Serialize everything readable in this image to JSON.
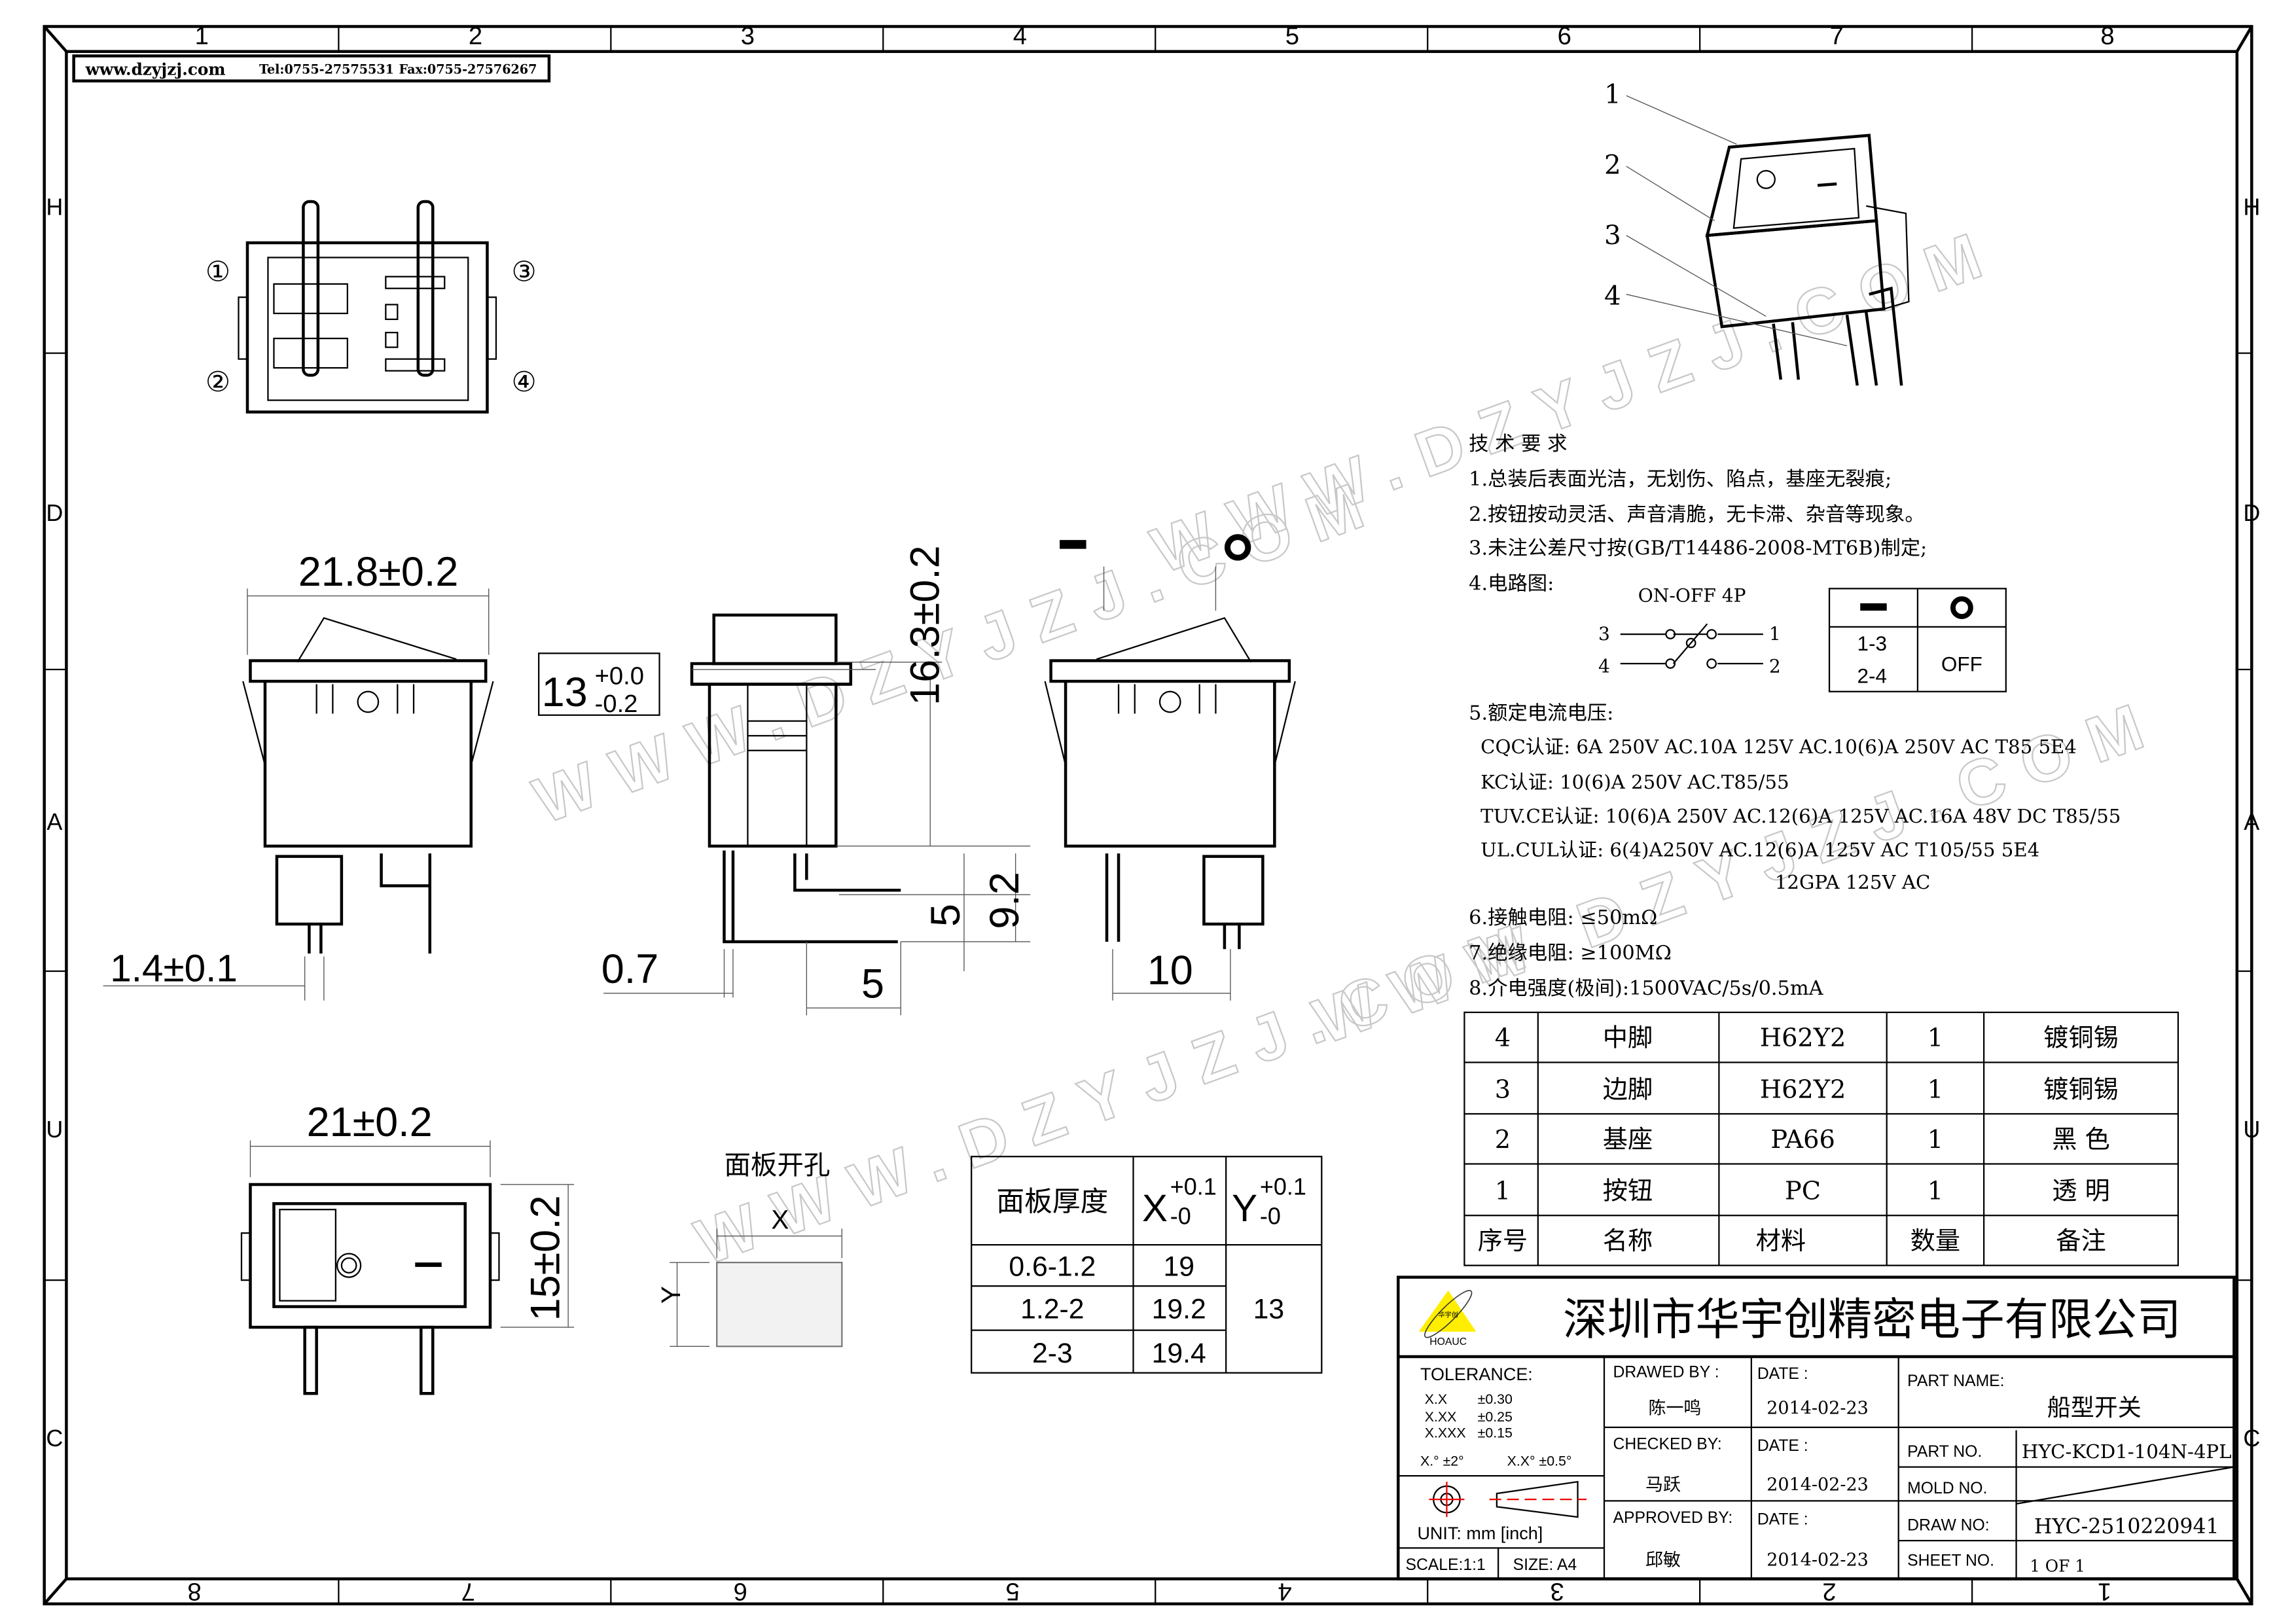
{
  "header": {
    "website": "www.dzyjzj.com",
    "tel": "Tel:0755-27575531",
    "fax": "Fax:0755-27576267"
  },
  "grid": {
    "columns_top": [
      "1",
      "2",
      "3",
      "4",
      "5",
      "6",
      "7",
      "8"
    ],
    "columns_bottom": [
      "8",
      "7",
      "6",
      "5",
      "4",
      "3",
      "2",
      "1"
    ],
    "rows": [
      "H",
      "D",
      "A",
      "U",
      "C"
    ]
  },
  "watermark": "WWW.DZYJZJ.COM",
  "pin_labels": [
    "①",
    "②",
    "③",
    "④"
  ],
  "callouts": [
    "1",
    "2",
    "3",
    "4"
  ],
  "dimensions": {
    "width_top": "21.8±0.2",
    "height_total": "16.3±0.2",
    "body_13": "13",
    "body_13_plus": "+0.0",
    "body_13_minus": "-0.2",
    "pin_width": "1.4±0.1",
    "pin_thick": "0.7",
    "pin_5a": "5",
    "pin_5b": "5",
    "pin_92": "9.2",
    "pin_pitch": "10",
    "width_bottom": "21±0.2",
    "height_bottom": "15±0.2",
    "symbol_on": "I",
    "symbol_off": "O"
  },
  "panel_cutout": {
    "title": "面板开孔",
    "x_label": "X",
    "y_label": "Y",
    "table": {
      "headers": [
        "面板厚度",
        "X",
        "Y"
      ],
      "x_tol_plus": "+0.1",
      "x_tol_minus": "-0",
      "y_tol_plus": "+0.1",
      "y_tol_minus": "-0",
      "rows": [
        [
          "0.6-1.2",
          "19"
        ],
        [
          "1.2-2",
          "19.2"
        ],
        [
          "2-3",
          "19.4"
        ]
      ],
      "y_value": "13"
    }
  },
  "requirements": {
    "title": "技 术 要 求",
    "items": [
      "1.总装后表面光洁，无划伤、陷点，基座无裂痕;",
      "2.按钮按动灵活、声音清脆，无卡滞、杂音等现象。",
      "3.未注公差尺寸按(GB/T14486-2008-MT6B)制定;",
      "4.电路图:"
    ],
    "circuit": {
      "title": "ON-OFF 4P",
      "pins": [
        "3",
        "4",
        "1",
        "2"
      ],
      "table_on": "1-3",
      "table_on2": "2-4",
      "table_off": "OFF"
    },
    "rating_title": "5.额定电流电压:",
    "ratings": [
      "CQC认证: 6A 250V AC.10A 125V AC.10(6)A 250V AC T85 5E4",
      "KC认证: 10(6)A 250V AC.T85/55",
      "TUV.CE认证: 10(6)A 250V AC.12(6)A 125V AC.16A 48V DC T85/55",
      "UL.CUL认证: 6(4)A250V AC.12(6)A 125V AC T105/55  5E4",
      "12GPA 125V AC"
    ],
    "more": [
      "6.接触电阻: ≤50mΩ",
      "7.绝缘电阻: ≥100MΩ",
      "8.介电强度(极间):1500VAC/5s/0.5mA"
    ]
  },
  "bom": {
    "rows": [
      [
        "4",
        "中脚",
        "H62Y2",
        "1",
        "镀铜锡"
      ],
      [
        "3",
        "边脚",
        "H62Y2",
        "1",
        "镀铜锡"
      ],
      [
        "2",
        "基座",
        "PA66",
        "1",
        "黑 色"
      ],
      [
        "1",
        "按钮",
        "PC",
        "1",
        "透 明"
      ]
    ],
    "header": [
      "序号",
      "名称",
      "材料",
      "数量",
      "备注"
    ]
  },
  "title_block": {
    "company": "深圳市华宇创精密电子有限公司",
    "logo_text": "HOAUC",
    "logo_cn": "华宇创",
    "tolerance_label": "TOLERANCE:",
    "tolerances": [
      [
        "X.X",
        "±0.30"
      ],
      [
        "X.XX",
        "±0.25"
      ],
      [
        "X.XXX",
        "±0.15"
      ]
    ],
    "angle_tol": [
      "X.° ±2°",
      "X.X° ±0.5°"
    ],
    "unit": "UNIT:  mm  [inch]",
    "scale": "SCALE:1:1",
    "size": "SIZE: A4",
    "drawed_by_label": "DRAWED BY :",
    "drawed_by": "陈一鸣",
    "checked_by_label": "CHECKED BY:",
    "checked_by": "马跃",
    "approved_by_label": "APPROVED BY:",
    "approved_by": "邱敏",
    "date_label": "DATE :",
    "dates": [
      "2014-02-23",
      "2014-02-23",
      "2014-02-23"
    ],
    "part_name_label": "PART NAME:",
    "part_name": "船型开关",
    "part_no_label": "PART NO.",
    "part_no": "HYC-KCD1-104N-4PL",
    "mold_no_label": "MOLD NO.",
    "draw_no_label": "DRAW NO:",
    "draw_no": "HYC-2510220941",
    "sheet_no_label": "SHEET NO.",
    "sheet_no": "1 OF 1"
  }
}
